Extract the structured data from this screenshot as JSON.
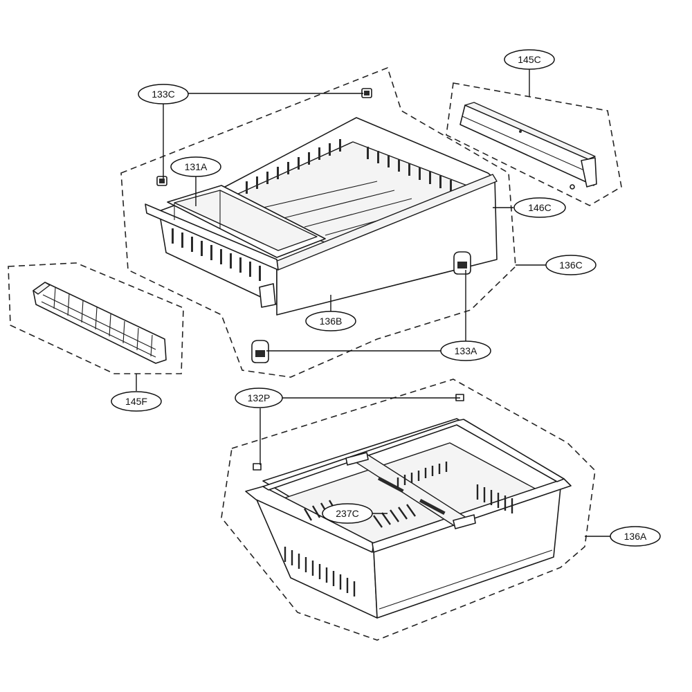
{
  "diagram": {
    "labels": {
      "l145c": "145C",
      "l133c": "133C",
      "l131a": "131A",
      "l146c": "146C",
      "l136c": "136C",
      "l136b": "136B",
      "l133a": "133A",
      "l145f": "145F",
      "l132p": "132P",
      "l237c": "237C",
      "l136a": "136A"
    }
  }
}
